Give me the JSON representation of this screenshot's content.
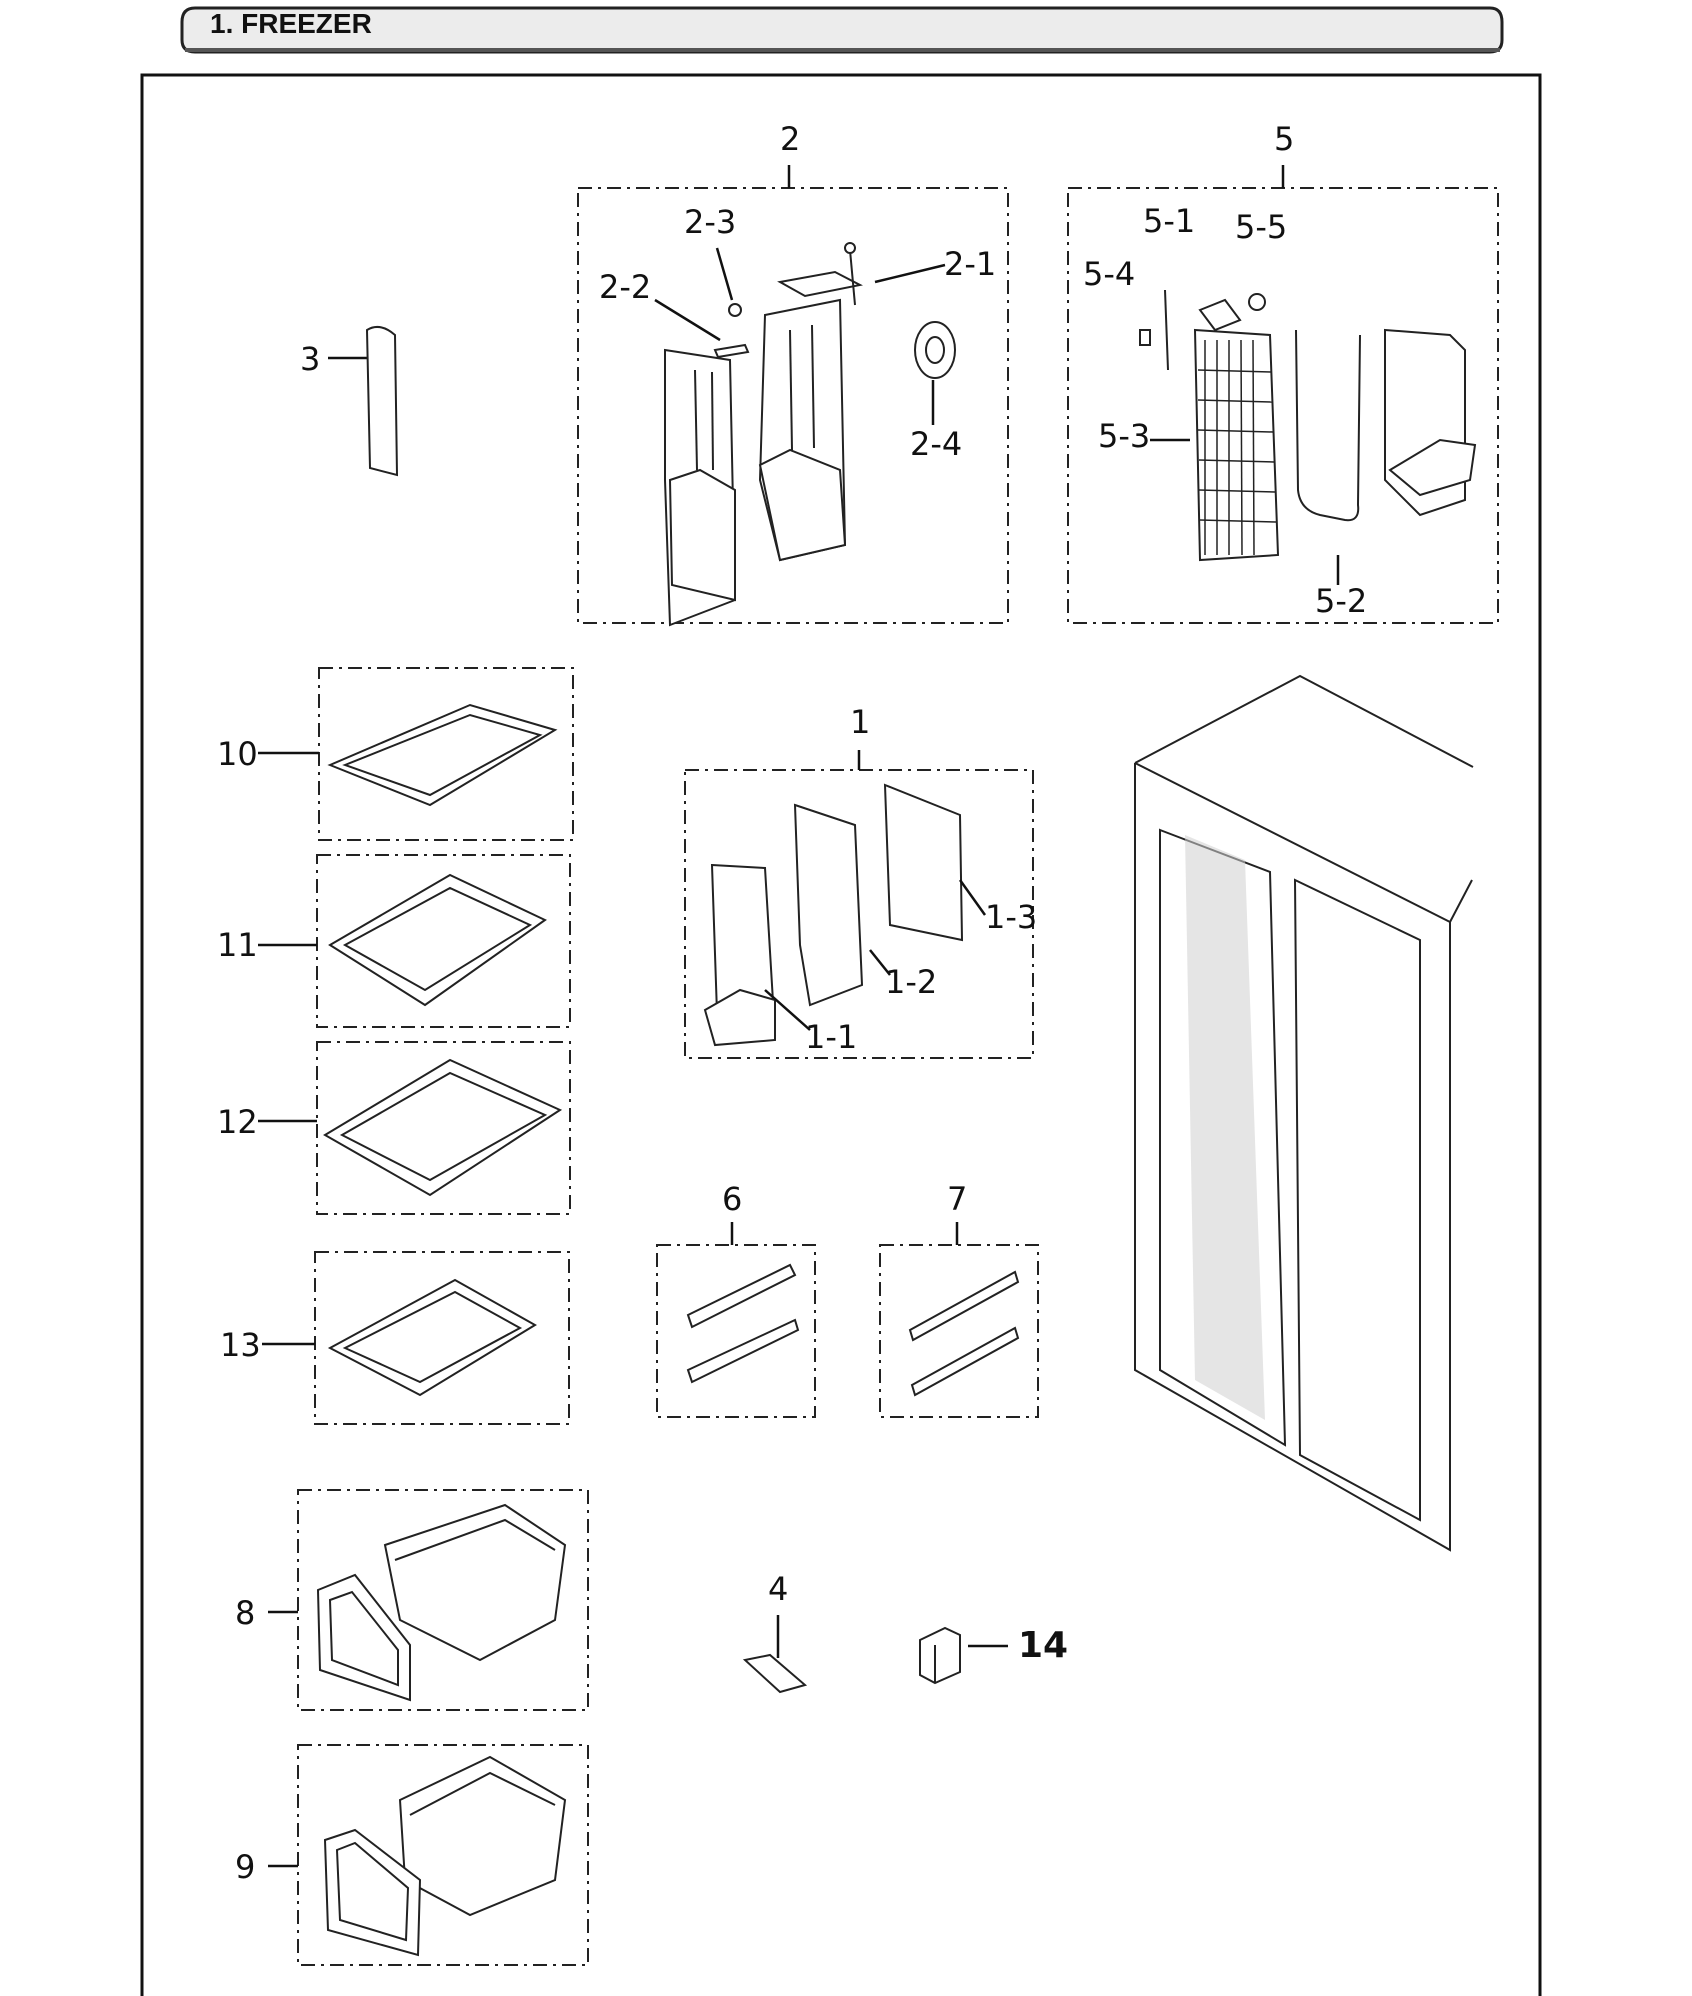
{
  "section_title": "1. FREEZER",
  "labels": {
    "l1": "1",
    "l1_1": "1-1",
    "l1_2": "1-2",
    "l1_3": "1-3",
    "l2": "2",
    "l2_1": "2-1",
    "l2_2": "2-2",
    "l2_3": "2-3",
    "l2_4": "2-4",
    "l3": "3",
    "l4": "4",
    "l5": "5",
    "l5_1": "5-1",
    "l5_2": "5-2",
    "l5_3": "5-3",
    "l5_4": "5-4",
    "l5_5": "5-5",
    "l6": "6",
    "l7": "7",
    "l8": "8",
    "l9": "9",
    "l10": "10",
    "l11": "11",
    "l12": "12",
    "l13": "13",
    "l14": "14"
  }
}
